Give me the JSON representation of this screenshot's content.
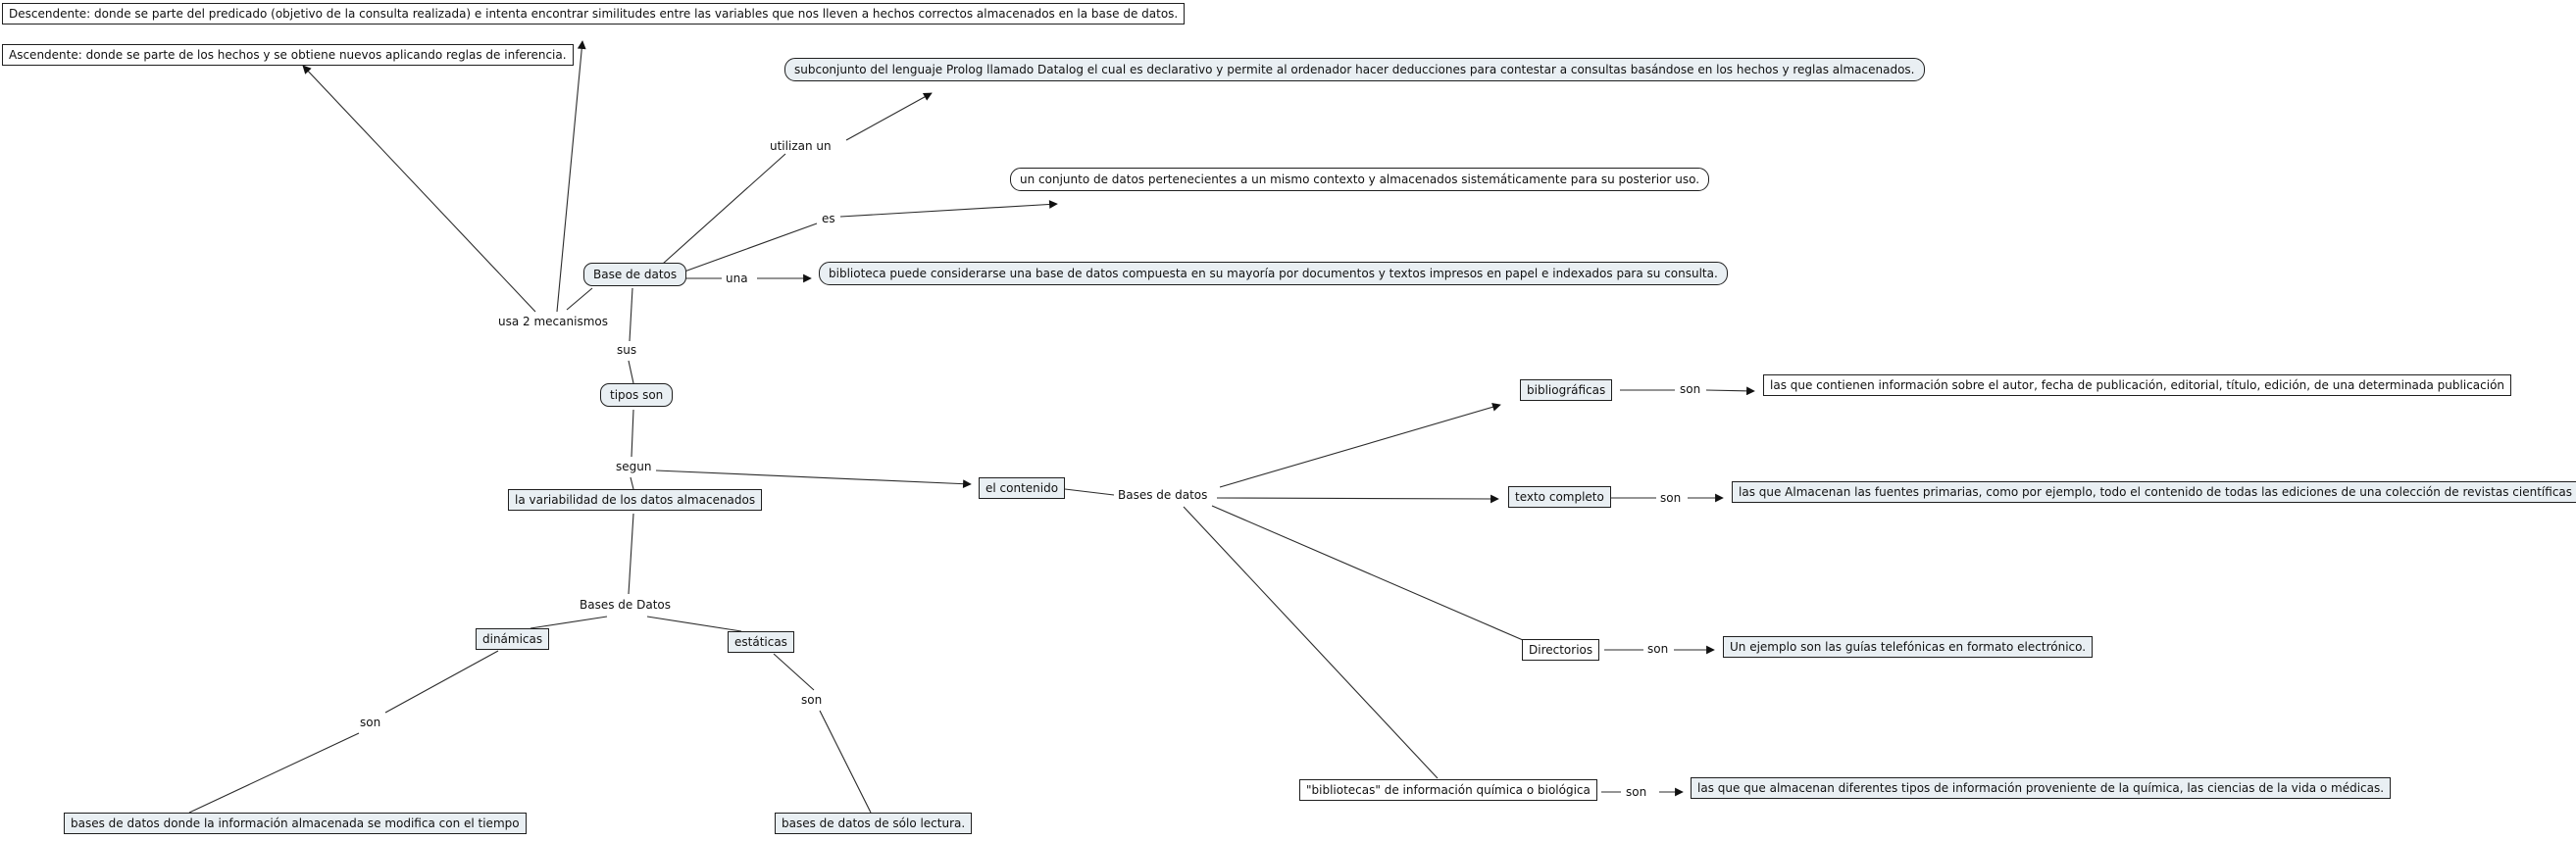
{
  "title": "Mapa conceptual: Base de datos",
  "colors": {
    "background": "#ffffff",
    "node_fill_tinted": "#e9eff3",
    "node_fill_white": "#fefefe",
    "border": "#1f1f1f",
    "line": "#2b2b2b",
    "text": "#111111"
  },
  "nodes": {
    "descendente": "Descendente: donde se parte del predicado (objetivo de la consulta realizada) e intenta encontrar similitudes entre las variables que nos lleven a hechos correctos almacenados en la base de datos.",
    "ascendente": "Ascendente: donde se parte de los hechos y se obtiene nuevos aplicando reglas de inferencia.",
    "datalog": "subconjunto del lenguaje Prolog llamado Datalog el cual es declarativo y permite al ordenador hacer deducciones para contestar a consultas basándose en los hechos y reglas almacenados.",
    "conjunto": "un conjunto de datos pertenecientes a un mismo contexto y almacenados sistemáticamente para su posterior uso.",
    "biblioteca": "biblioteca puede considerarse una base de datos compuesta en su mayoría por documentos y textos impresos en papel e indexados para su consulta.",
    "base_de_datos": "Base de datos",
    "tipos_son": "tipos son",
    "variabilidad": "la variabilidad de los datos almacenados",
    "bases_de_datos_izq": "Bases de Datos",
    "dinamicas": "dinámicas",
    "estaticas": "estáticas",
    "modifica": "bases de datos donde la información almacenada se modifica con el tiempo",
    "solo_lectura": "bases de datos de sólo lectura.",
    "el_contenido": "el contenido",
    "bases_de_datos_der": "Bases de datos",
    "bibliograficas": "bibliográficas",
    "desc_bibliograficas": "las que contienen información sobre el autor, fecha de publicación, editorial, título, edición, de una determinada publicación",
    "texto_completo": "texto completo",
    "desc_texto_completo": "las que Almacenan las fuentes primarias, como por ejemplo, todo el contenido de todas las ediciones de una colección de revistas científicas",
    "directorios": "Directorios",
    "desc_directorios": "Un ejemplo son las guías telefónicas en formato electrónico.",
    "bibliotecas_quimica": "\"bibliotecas\" de información química o biológica",
    "desc_bibliotecas": "las que  que almacenan diferentes tipos de información proveniente de la química, las ciencias de la vida o médicas."
  },
  "labels": {
    "utilizan_un": "utilizan un",
    "es": "es",
    "una": "una",
    "usa_2_mecanismos": "usa 2 mecanismos",
    "sus": "sus",
    "segun": "segun",
    "son_dinamicas": "son",
    "son_estaticas": "son",
    "son_bibliograficas": "son",
    "son_texto_completo": "son",
    "son_directorios": "son",
    "son_bibliotecas": "son"
  }
}
